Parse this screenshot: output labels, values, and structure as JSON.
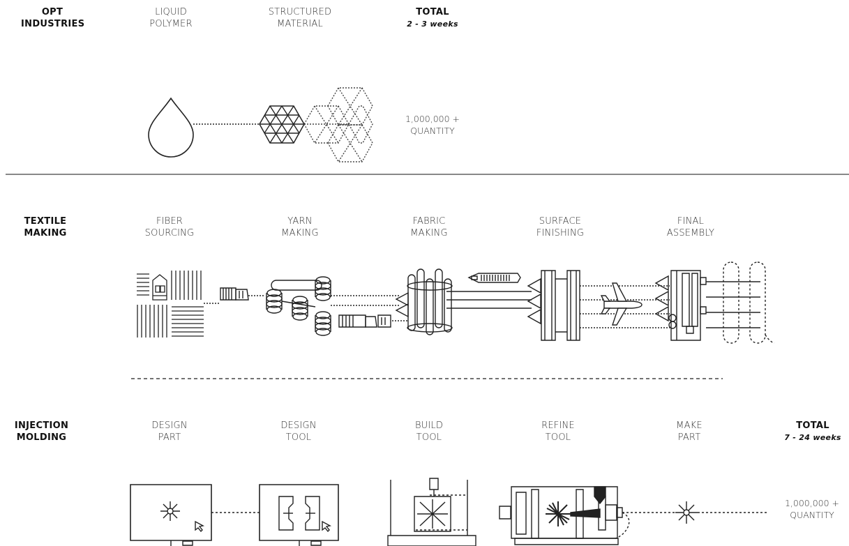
{
  "opt": {
    "heading": [
      "OPT",
      "INDUSTRIES"
    ],
    "steps": [
      [
        "LIQUID",
        "POLYMER"
      ],
      [
        "STRUCTURED",
        "MATERIAL"
      ]
    ],
    "total_label": "TOTAL",
    "total_value": "2 - 3 weeks",
    "quantity": [
      "1,000,000 +",
      "QUANTITY"
    ]
  },
  "textile": {
    "heading": [
      "TEXTILE",
      "MAKING"
    ],
    "steps": [
      [
        "FIBER",
        "SOURCING"
      ],
      [
        "YARN",
        "MAKING"
      ],
      [
        "FABRIC",
        "MAKING"
      ],
      [
        "SURFACE",
        "FINISHING"
      ],
      [
        "FINAL",
        "ASSEMBLY"
      ]
    ]
  },
  "injection": {
    "heading": [
      "INJECTION",
      "MOLDING"
    ],
    "steps": [
      [
        "DESIGN",
        "PART"
      ],
      [
        "DESIGN",
        "TOOL"
      ],
      [
        "BUILD",
        "TOOL"
      ],
      [
        "REFINE",
        "TOOL"
      ],
      [
        "MAKE",
        "PART"
      ]
    ],
    "total_label": "TOTAL",
    "total_value": "7 - 24 weeks",
    "quantity": [
      "1,000,000 +",
      "QUANTITY"
    ]
  },
  "icons": [
    "droplet-icon",
    "hexagon-lattice-icon",
    "field-farm-icon",
    "truck-icon",
    "yarn-spool-icon",
    "loom-roller-icon",
    "ship-icon",
    "finishing-rack-icon",
    "airplane-icon",
    "garment-outline-icon",
    "computer-monitor-icon",
    "mold-tool-icon",
    "cnc-machine-icon",
    "injection-machine-icon",
    "starburst-part-icon"
  ]
}
